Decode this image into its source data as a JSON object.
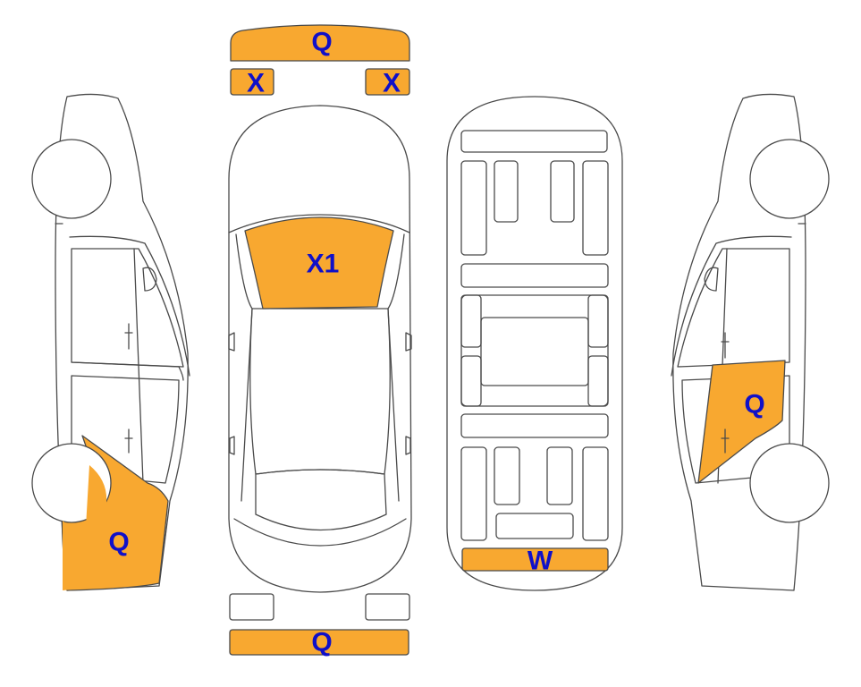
{
  "colors": {
    "damage_fill": "#F8A830",
    "label_text": "#1010C8",
    "outline": "#4a4a4a",
    "background": "#ffffff"
  },
  "marks": {
    "front_bumper": "Q",
    "left_headlight": "X",
    "right_headlight": "X",
    "windshield": "X1",
    "rear_bumper": "Q",
    "underbody_rear": "W",
    "left_side_rear": "Q",
    "right_side_rear_door": "Q"
  }
}
